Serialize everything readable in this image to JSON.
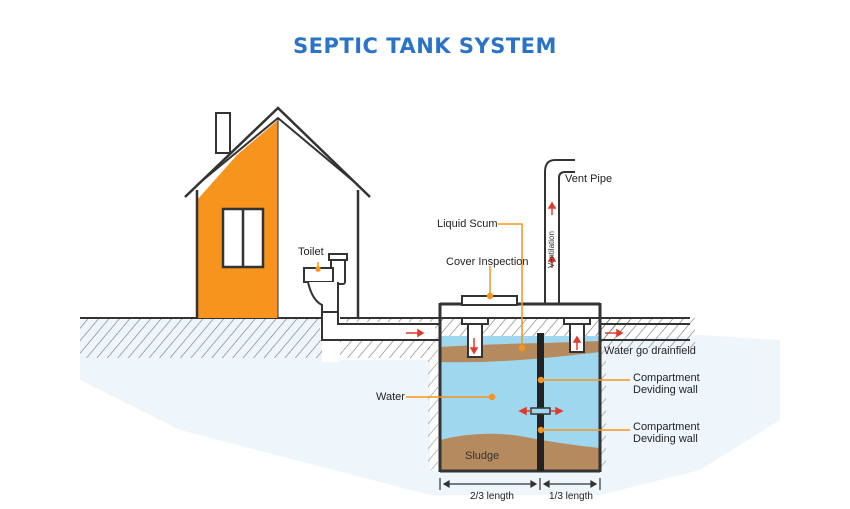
{
  "title": "SEPTIC TANK SYSTEM",
  "labels": {
    "toilet": "Toilet",
    "vent_pipe": "Vent Pipe",
    "ventilation": "Ventilation",
    "liquid_scum": "Liquid Scum",
    "cover_inspection": "Cover Inspection",
    "water_go_drainfield": "Water go drainfield",
    "compartment_1": "Compartment\nDeviding wall",
    "compartment_1_line1": "Compartment",
    "compartment_1_line2": "Deviding wall",
    "compartment_2_line1": "Compartment",
    "compartment_2_line2": "Deviding wall",
    "water": "Water",
    "sludge": "Sludge",
    "length_two_thirds": "2/3 length",
    "length_one_third": "1/3 length"
  },
  "colors": {
    "title": "#2a73c9",
    "house_orange": "#f7941d",
    "water": "#9fd7ef",
    "scum": "#b58a5e",
    "sludge": "#b58a5e",
    "leader": "#f7941d",
    "flow_arrow": "#e03a2f",
    "ground_shade": "#eaf4fb"
  }
}
